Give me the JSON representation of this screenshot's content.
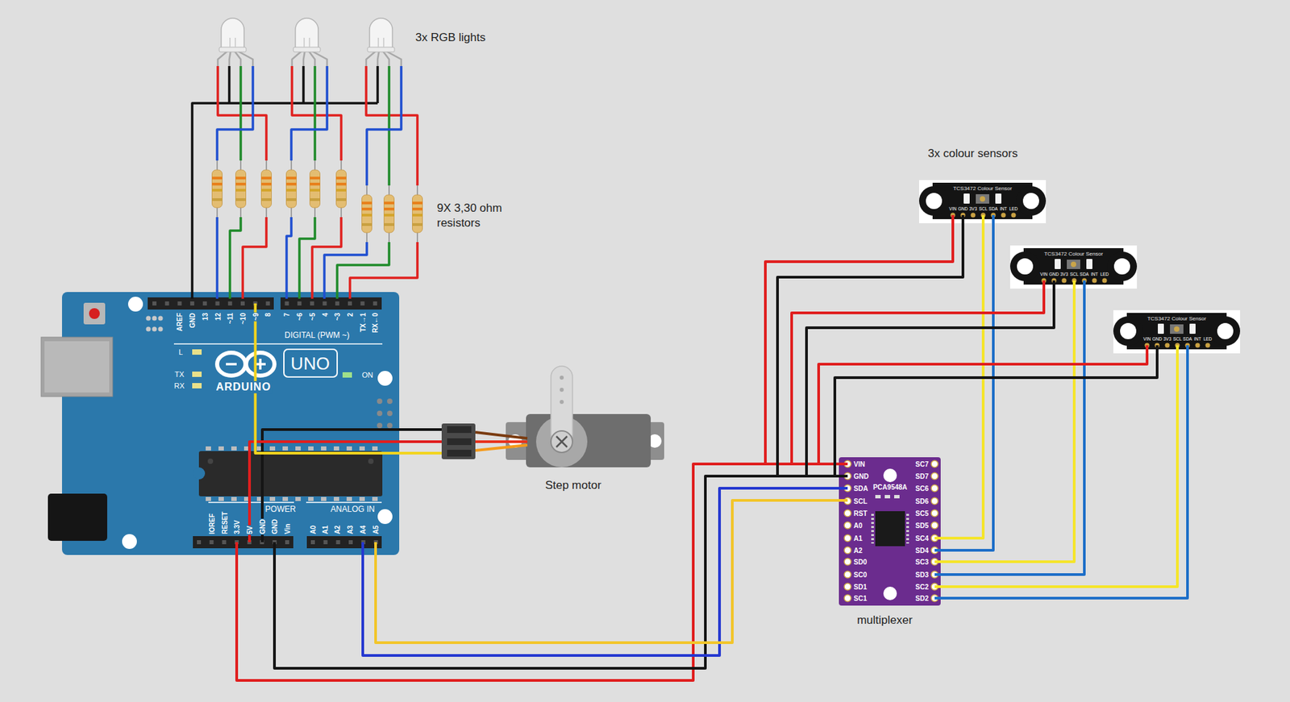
{
  "diagram": {
    "nodes": [
      {
        "text": [
          "AREF",
          "GND",
          "13",
          "12",
          "~11",
          "~10",
          "~9",
          "8",
          "7",
          "~6",
          "~5",
          "4",
          "~3",
          "2",
          "TX→1",
          "RX←0",
          "DIGITAL (PWM ~)",
          "L",
          "TX",
          "RX",
          "ON",
          "UNO",
          "ARDUINO",
          "IOREF",
          "RESET",
          "3.3V",
          "5V",
          "GND",
          "GND",
          "Vin",
          "POWER",
          "ANALOG IN",
          "A0",
          "A1",
          "A2",
          "A3",
          "A4",
          "A5"
        ]
      },
      {
        "text": [
          "Step motor"
        ]
      },
      {
        "text": [
          "TCS3472 Colour Sensor",
          "VIN",
          "GND",
          "3V3",
          "SCL",
          "SDA",
          "INT",
          "LED"
        ]
      },
      {
        "text": [
          "TCS3472 Colour Sensor",
          "VIN",
          "GND",
          "3V3",
          "SCL",
          "SDA",
          "INT",
          "LED"
        ]
      },
      {
        "text": [
          "TCS3472 Colour Sensor",
          "VIN",
          "GND",
          "3V3",
          "SCL",
          "SDA",
          "INT",
          "LED"
        ]
      },
      {
        "text": [
          "multiplexer",
          "PCA9548A",
          "VIN",
          "GND",
          "SDA",
          "SCL",
          "RST",
          "A0",
          "A1",
          "A2",
          "SD0",
          "SC0",
          "SD1",
          "SC1",
          "SC7",
          "SD7",
          "SC6",
          "SD6",
          "SC5",
          "SD5",
          "SC4",
          "SD4",
          "SC3",
          "SD3",
          "SC2",
          "SD2"
        ]
      }
    ],
    "edges": [
      {
        "from": 0,
        "to": 1,
        "arrow": "none"
      },
      {
        "from": 0,
        "to": 5,
        "arrow": "none"
      },
      {
        "from": 5,
        "to": 2,
        "arrow": "none"
      },
      {
        "from": 5,
        "to": 3,
        "arrow": "none"
      },
      {
        "from": 5,
        "to": 4,
        "arrow": "none"
      }
    ],
    "labels": [
      "3x RGB lights",
      "9X 3,30 ohm resistors",
      "3x colour sensors"
    ]
  }
}
